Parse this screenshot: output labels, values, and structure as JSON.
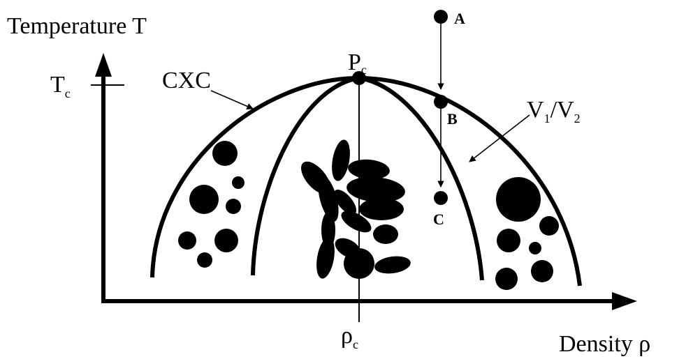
{
  "axes": {
    "y_label": "Temperature T",
    "x_label": "Density ρ",
    "tc_label": "T",
    "tc_sub": "c",
    "rhoc_label": "ρ",
    "rhoc_sub": "c"
  },
  "curves": {
    "outer_label": "CXC",
    "inner_label_main": "V",
    "inner_label_sub1": "1",
    "inner_label_slash": "/V",
    "inner_label_sub2": "2"
  },
  "critical_point": {
    "label": "P",
    "sub": "c"
  },
  "points": {
    "a": "A",
    "b": "B",
    "c": "C"
  },
  "colors": {
    "ink": "#000000",
    "background": "#ffffff"
  }
}
